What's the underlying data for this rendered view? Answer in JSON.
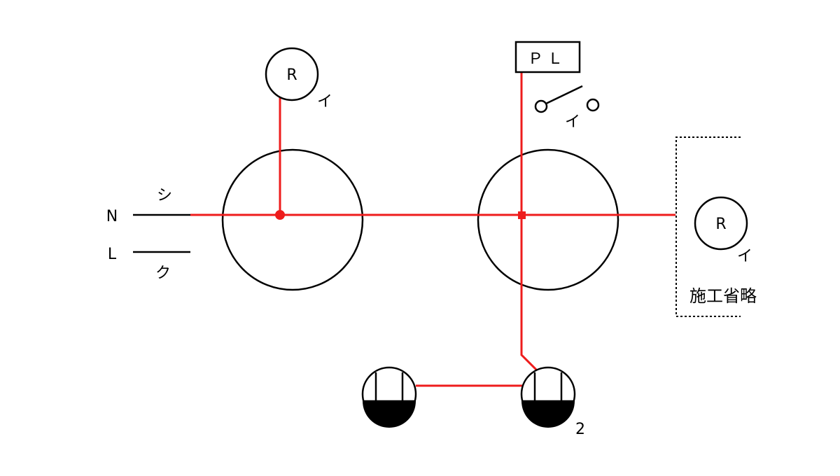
{
  "colors": {
    "wire": "#ee1c1c",
    "ink": "#000000",
    "background": "#ffffff"
  },
  "supply": {
    "neutral_label": "N",
    "line_label": "L",
    "neutral_mark": "シ",
    "line_mark": "ク"
  },
  "lamp_left": {
    "symbol": "R",
    "switch_mark": "イ"
  },
  "pilot_lamp": {
    "label": "ＰＬ"
  },
  "switch": {
    "mark": "イ"
  },
  "lamp_right": {
    "symbol": "R",
    "switch_mark": "イ"
  },
  "omitted_note": "施工省略",
  "outlet_right": {
    "count": "2"
  }
}
